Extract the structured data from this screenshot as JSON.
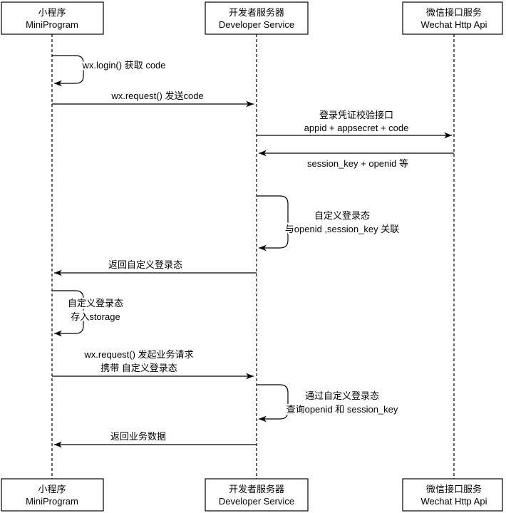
{
  "diagram_type": "sequence-diagram",
  "colors": {
    "line": "#000000",
    "text": "#000000",
    "background": "#ffffff"
  },
  "actors": [
    {
      "id": "miniprogram",
      "name_zh": "小程序",
      "name_en": "MiniProgram"
    },
    {
      "id": "developer-service",
      "name_zh": "开发者服务器",
      "name_en": "Developer Service"
    },
    {
      "id": "wechat-api",
      "name_zh": "微信接口服务",
      "name_en": "Wechat Http Api"
    }
  ],
  "messages": [
    {
      "n": 1,
      "kind": "self",
      "from": "miniprogram",
      "to": "miniprogram",
      "lines": [
        "wx.login() 获取 code"
      ]
    },
    {
      "n": 2,
      "kind": "arrow",
      "from": "miniprogram",
      "to": "developer-service",
      "lines": [
        "wx.request() 发送code"
      ]
    },
    {
      "n": 3,
      "kind": "arrow",
      "from": "developer-service",
      "to": "wechat-api",
      "lines": [
        "登录凭证校验接口",
        "appid + appsecret + code"
      ]
    },
    {
      "n": 4,
      "kind": "arrow",
      "from": "wechat-api",
      "to": "developer-service",
      "lines": [
        "session_key + openid 等"
      ]
    },
    {
      "n": 5,
      "kind": "self",
      "from": "developer-service",
      "to": "developer-service",
      "lines": [
        "自定义登录态",
        "与openid ,session_key 关联"
      ]
    },
    {
      "n": 6,
      "kind": "arrow",
      "from": "developer-service",
      "to": "miniprogram",
      "lines": [
        "返回自定义登录态"
      ]
    },
    {
      "n": 7,
      "kind": "self",
      "from": "miniprogram",
      "to": "miniprogram",
      "lines": [
        "自定义登录态",
        "存入storage"
      ]
    },
    {
      "n": 8,
      "kind": "arrow",
      "from": "miniprogram",
      "to": "developer-service",
      "lines": [
        "wx.request() 发起业务请求",
        "携带 自定义登录态"
      ]
    },
    {
      "n": 9,
      "kind": "self",
      "from": "developer-service",
      "to": "developer-service",
      "lines": [
        "通过自定义登录态",
        "查询openid 和 session_key"
      ]
    },
    {
      "n": 10,
      "kind": "arrow",
      "from": "developer-service",
      "to": "miniprogram",
      "lines": [
        "返回业务数据"
      ]
    }
  ]
}
